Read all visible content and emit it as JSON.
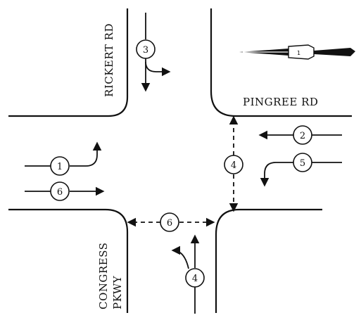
{
  "roads": {
    "north": "RICKERT  RD",
    "east": "PINGREE  RD",
    "south_line1": "CONGRESS",
    "south_line2": "PKWY"
  },
  "movements": {
    "m1": "1",
    "m2": "2",
    "m3": "3",
    "m4_ped": "4",
    "m4_veh": "4",
    "m5": "5",
    "m6_ped": "6",
    "m6_veh": "6"
  },
  "north_arrow": {
    "marker": "1"
  }
}
